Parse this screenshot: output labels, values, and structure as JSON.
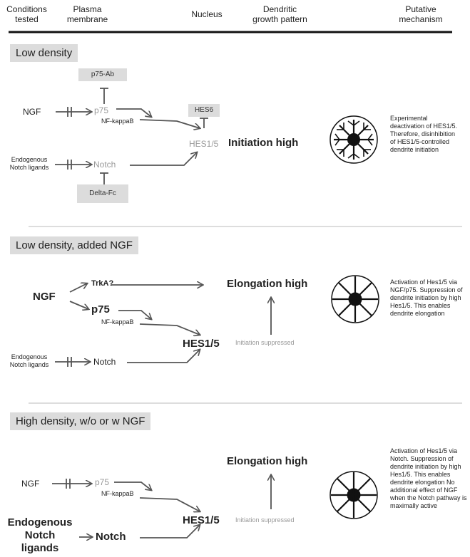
{
  "headers": {
    "col1": "Conditions\ntested",
    "col2": "Plasma\nmembrane",
    "col3": "Nucleus",
    "col4": "Dendritic\ngrowth pattern",
    "col5": "Putative\nmechanism"
  },
  "panel1": {
    "title": "Low density",
    "ngf": "NGF",
    "p75": "p75",
    "p75_ab": "p75-Ab",
    "nfkb": "NF-kappaB",
    "hes6": "HES6",
    "hes": "HES1/5",
    "outcome": "Initiation high",
    "endo": "Endogenous\nNotch ligands",
    "notch": "Notch",
    "delta": "Delta-Fc",
    "mechanism": "Experimental deactivation of HES1/5. Therefore, disinhibition of HES1/5-controlled dendrite initiation"
  },
  "panel2": {
    "title": "Low density, added NGF",
    "ngf": "NGF",
    "trka": "TrkA?",
    "p75": "p75",
    "nfkb": "NF-kappaB",
    "hes": "HES1/5",
    "outcome": "Elongation high",
    "suppressed": "Initiation suppressed",
    "endo": "Endogenous\nNotch ligands",
    "notch": "Notch",
    "mechanism": "Activation of Hes1/5 via NGF/p75. Suppression of dendrite initiation by high Hes1/5. This enables dendrite elongation"
  },
  "panel3": {
    "title": "High density, w/o or w NGF",
    "ngf": "NGF",
    "p75": "p75",
    "nfkb": "NF-kappaB",
    "hes": "HES1/5",
    "outcome": "Elongation high",
    "suppressed": "Initiation suppressed",
    "endo": "Endogenous\nNotch\nligands",
    "notch": "Notch",
    "mechanism": "Activation of Hes1/5 via Notch. Suppression of dendrite initiation by high Hes1/5. This enables dendrite elongation No additional effect of NGF when the Notch pathway is maximally active"
  }
}
